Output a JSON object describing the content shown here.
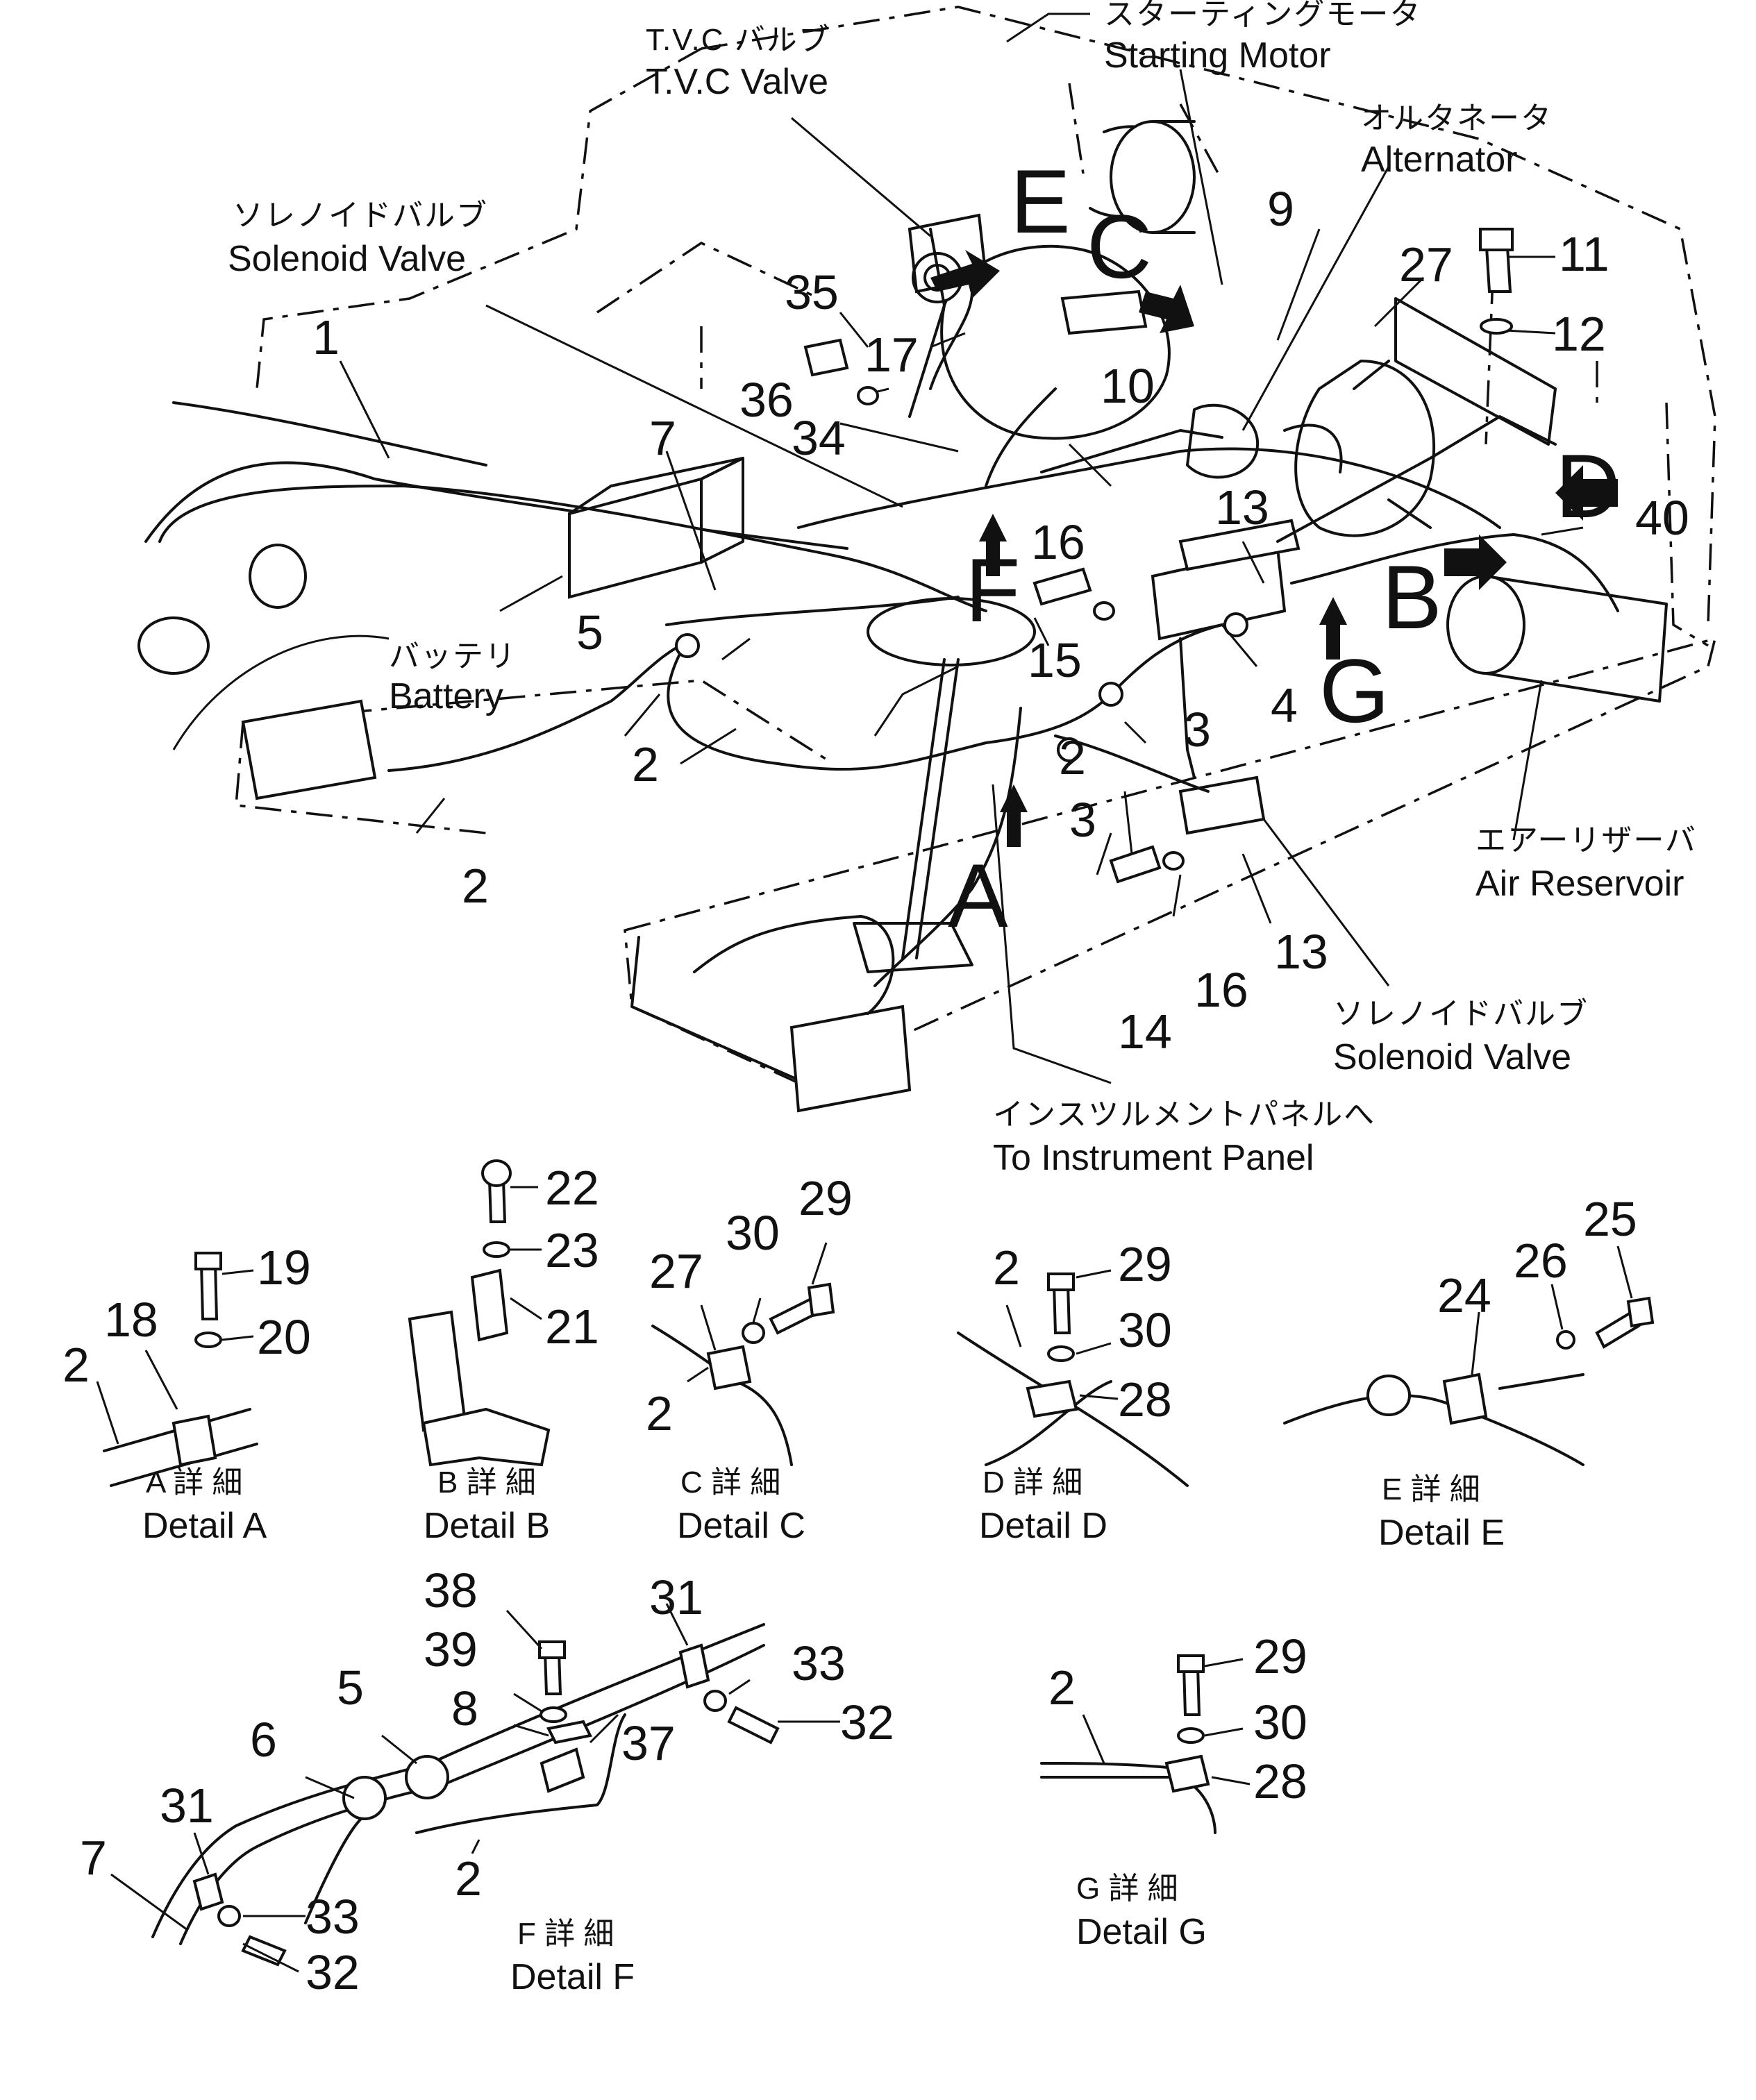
{
  "callouts": {
    "tvc_valve": {
      "jp": "T.V.C バルブ",
      "en": "T.V.C Valve"
    },
    "starting_motor": {
      "jp": "スターティングモータ",
      "en": "Starting Motor"
    },
    "alternator": {
      "jp": "オルタネータ",
      "en": "Alternator"
    },
    "solenoid_valve_top": {
      "jp": "ソレノイドバルブ",
      "en": "Solenoid Valve"
    },
    "battery": {
      "jp": "バッテリ",
      "en": "Battery"
    },
    "air_reservoir": {
      "jp": "エアーリザーバ",
      "en": "Air Reservoir"
    },
    "solenoid_valve_bottom": {
      "jp": "ソレノイドバルブ",
      "en": "Solenoid Valve"
    },
    "instrument_panel": {
      "jp": "インスツルメントパネルへ",
      "en": "To Instrument Panel"
    }
  },
  "view_letters": [
    "A",
    "B",
    "C",
    "D",
    "E",
    "F",
    "G"
  ],
  "main_part_numbers": [
    "1",
    "2",
    "2",
    "2",
    "3",
    "3",
    "4",
    "5",
    "7",
    "9",
    "10",
    "11",
    "12",
    "13",
    "13",
    "14",
    "15",
    "16",
    "16",
    "17",
    "27",
    "34",
    "35",
    "36",
    "40"
  ],
  "details": [
    {
      "id": "A",
      "jp": "A 詳 細",
      "en": "Detail A",
      "parts": [
        "2",
        "18",
        "19",
        "20"
      ]
    },
    {
      "id": "B",
      "jp": "B 詳 細",
      "en": "Detail B",
      "parts": [
        "21",
        "22",
        "23"
      ]
    },
    {
      "id": "C",
      "jp": "C 詳 細",
      "en": "Detail C",
      "parts": [
        "2",
        "27",
        "29",
        "30"
      ]
    },
    {
      "id": "D",
      "jp": "D 詳 細",
      "en": "Detail D",
      "parts": [
        "2",
        "28",
        "29",
        "30"
      ]
    },
    {
      "id": "E",
      "jp": "E 詳 細",
      "en": "Detail E",
      "parts": [
        "24",
        "25",
        "26"
      ]
    },
    {
      "id": "F",
      "jp": "F 詳 細",
      "en": "Detail F",
      "parts": [
        "2",
        "5",
        "6",
        "7",
        "8",
        "31",
        "31",
        "32",
        "32",
        "33",
        "33",
        "37",
        "38",
        "39"
      ]
    },
    {
      "id": "G",
      "jp": "G 詳 細",
      "en": "Detail G",
      "parts": [
        "2",
        "28",
        "29",
        "30"
      ]
    }
  ]
}
